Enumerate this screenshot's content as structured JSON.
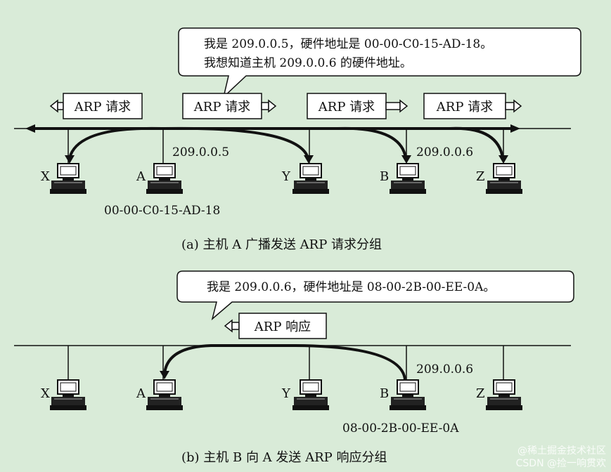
{
  "diagram_a": {
    "bubble_line1": "我是 209.0.0.5，硬件地址是 00-00-C0-15-AD-18。",
    "bubble_line2": "我想知道主机 209.0.0.6 的硬件地址。",
    "packet_label": "ARP 请求",
    "hosts": {
      "x": "X",
      "a": "A",
      "y": "Y",
      "b": "B",
      "z": "Z"
    },
    "ip_a": "209.0.0.5",
    "ip_b": "209.0.0.6",
    "mac_a": "00-00-C0-15-AD-18",
    "caption": "(a) 主机 A 广播发送 ARP 请求分组"
  },
  "diagram_b": {
    "bubble_text": "我是 209.0.0.6，硬件地址是 08-00-2B-00-EE-0A。",
    "packet_label": "ARP 响应",
    "hosts": {
      "x": "X",
      "a": "A",
      "y": "Y",
      "b": "B",
      "z": "Z"
    },
    "ip_b": "209.0.0.6",
    "mac_b": "08-00-2B-00-EE-0A",
    "caption": "(b) 主机 B 向 A 发送 ARP 响应分组"
  },
  "watermark": {
    "line1": "@稀土掘金技术社区",
    "line2": "CSDN @捡一响贯欢"
  },
  "colors": {
    "background": "#d9ebd8",
    "ink": "#111111"
  }
}
